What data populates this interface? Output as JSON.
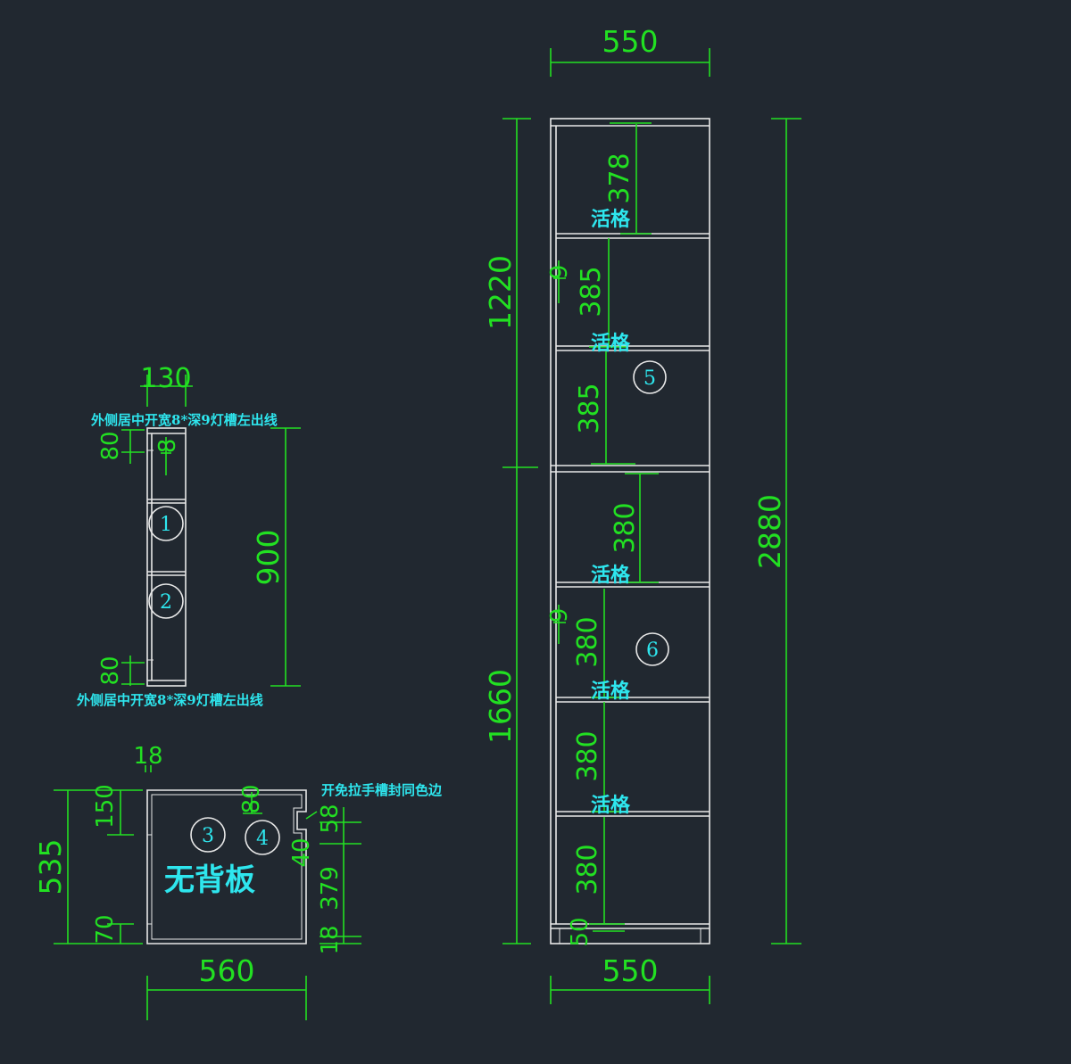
{
  "tall_cabinet": {
    "top_width": "550",
    "bottom_width": "550",
    "total_height": "2880",
    "upper_height": "1220",
    "lower_height": "1660",
    "compartments": [
      "378",
      "385",
      "385",
      "380",
      "380",
      "380",
      "380"
    ],
    "plinth": "50",
    "shelf_label": "活格",
    "hinge_dim": "9",
    "part_upper": "5",
    "part_lower": "6"
  },
  "small_cabinet": {
    "width": "130",
    "height": "900",
    "top_gap": "80",
    "bottom_gap": "80",
    "top_dim_small": "8",
    "top_note": "外侧居中开宽8*深9灯槽左出线",
    "bottom_note": "外侧居中开宽8*深9灯槽左出线",
    "part_a": "1",
    "part_b": "2"
  },
  "plan_view": {
    "width": "560",
    "depth": "535",
    "panel_thickness": "18",
    "top_offset": "150",
    "bottom_offset": "70",
    "handle_dim": "80",
    "handle_dim_small": "40",
    "right_dims": [
      "58",
      "379",
      "18"
    ],
    "handle_note": "开免拉手槽封同色边",
    "no_back_label": "无背板",
    "part_a": "3",
    "part_b": "4"
  }
}
